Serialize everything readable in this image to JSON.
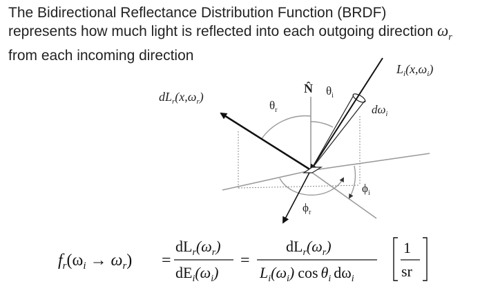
{
  "heading": {
    "line1": "The Bidirectional Reflectance Distribution Function (BRDF)",
    "line2": "represents how much light is reflected into each outgoing direction",
    "line3": "from each incoming direction",
    "omega_symbol": "ω",
    "omega_subscript": "r"
  },
  "diagram": {
    "normal_label": "N̂",
    "reflected_label": "dL",
    "reflected_sub": "r",
    "reflected_args": "(x,ω",
    "reflected_args_sub": "r",
    "reflected_close": ")",
    "incident_label": "L",
    "incident_sub": "i",
    "incident_args": "(x,ω",
    "incident_args_sub": "i",
    "incident_close": ")",
    "theta_r": "θ",
    "theta_r_sub": "r",
    "theta_i": "θ",
    "theta_i_sub": "i",
    "d_omega": "dω",
    "d_omega_sub": "i",
    "phi_i": "ϕ",
    "phi_i_sub": "i",
    "phi_r": "ϕ",
    "phi_r_sub": "r"
  },
  "equation": {
    "lhs": "f",
    "lhs_sub": "r",
    "lhs_args_open": "(ω",
    "lhs_sub_i": "i",
    "arrow": "→",
    "lhs_omega": "ω",
    "lhs_sub_r": "r",
    "lhs_close": ")",
    "equals": "=",
    "frac1_num": "dL",
    "frac1_num_sub": "r",
    "frac1_num_args": "(ω",
    "frac1_num_args_sub": "r",
    "frac1_num_close": ")",
    "frac1_den": "dE",
    "frac1_den_sub": "i",
    "frac1_den_args": "(ω",
    "frac1_den_args_sub": "i",
    "frac1_den_close": ")",
    "frac2_num": "dL",
    "frac2_num_sub": "r",
    "frac2_num_args": "(ω",
    "frac2_num_args_sub": "r",
    "frac2_num_close": ")",
    "frac2_den_L": "L",
    "frac2_den_L_sub": "i",
    "frac2_den_args": "(ω",
    "frac2_den_args_sub": "i",
    "frac2_den_close": ")",
    "frac2_den_cos": "cos",
    "frac2_den_theta": "θ",
    "frac2_den_theta_sub": "i",
    "frac2_den_domega": "dω",
    "frac2_den_domega_sub": "i",
    "unit_num": "1",
    "unit_den": "sr"
  }
}
